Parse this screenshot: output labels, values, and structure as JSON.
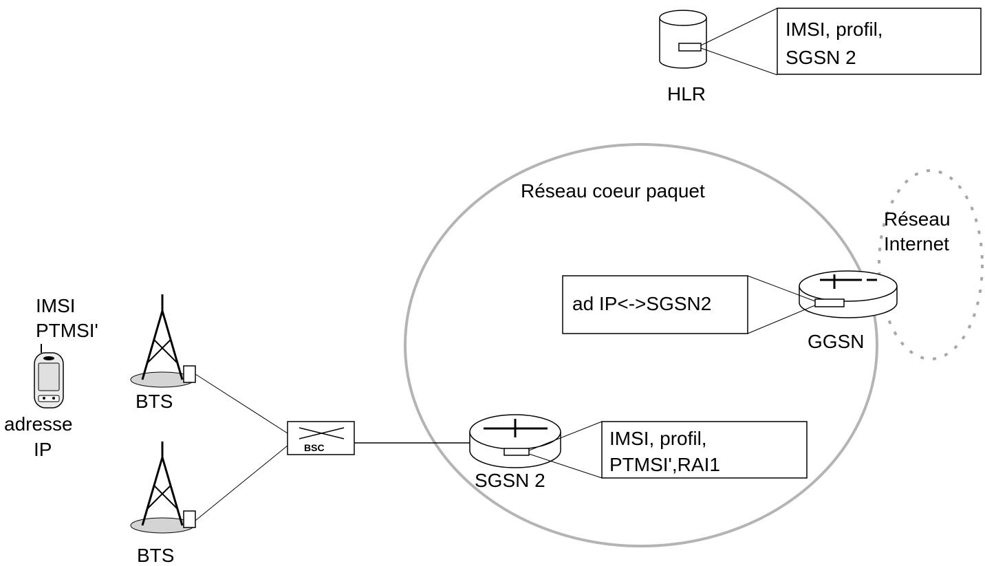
{
  "hlr": {
    "label": "HLR",
    "info_line1": "IMSI, profil,",
    "info_line2": "SGSN 2"
  },
  "core_network": {
    "label": "Réseau coeur paquet"
  },
  "internet": {
    "label_line1": "Réseau",
    "label_line2": "Internet"
  },
  "ggsn": {
    "label": "GGSN",
    "info": "ad IP<->SGSN2"
  },
  "sgsn": {
    "label": "SGSN 2",
    "info_line1": "IMSI, profil,",
    "info_line2": "PTMSI',RAI1"
  },
  "bsc": {
    "label": "BSC"
  },
  "bts_top": {
    "label": "BTS"
  },
  "bts_bottom": {
    "label": "BTS"
  },
  "mobile": {
    "top_line1": "IMSI",
    "top_line2": "PTMSI'",
    "bottom_line1": "adresse",
    "bottom_line2": "IP"
  },
  "colors": {
    "line": "#000000",
    "ellipse": "#b4b4b4",
    "internet_cloud": "#a8a8a8",
    "tower_base": "#d4d4d4"
  }
}
